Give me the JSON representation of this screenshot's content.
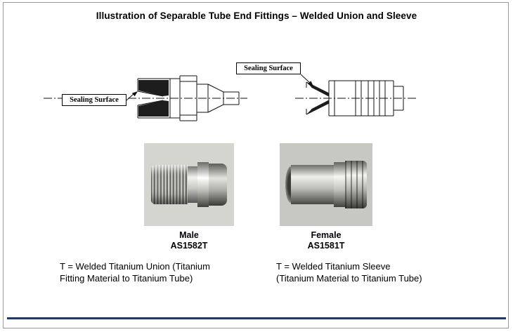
{
  "title": "Illustration of Separable Tube End Fittings – Welded Union and Sleeve",
  "callouts": {
    "left": "Sealing Surface",
    "right": "Sealing Surface"
  },
  "captions": {
    "male": {
      "name": "Male",
      "part_number": "AS1582T"
    },
    "female": {
      "name": "Female",
      "part_number": "AS1581T"
    }
  },
  "notes": {
    "male": [
      "T = Welded Titanium Union (Titanium",
      "Fitting Material to Titanium Tube)"
    ],
    "female": [
      "T = Welded Titanium Sleeve",
      "(Titanium Material to Titanium Tube)"
    ]
  },
  "colors": {
    "footer_rule": "#1f3864",
    "drawing_ink": "#111111"
  }
}
